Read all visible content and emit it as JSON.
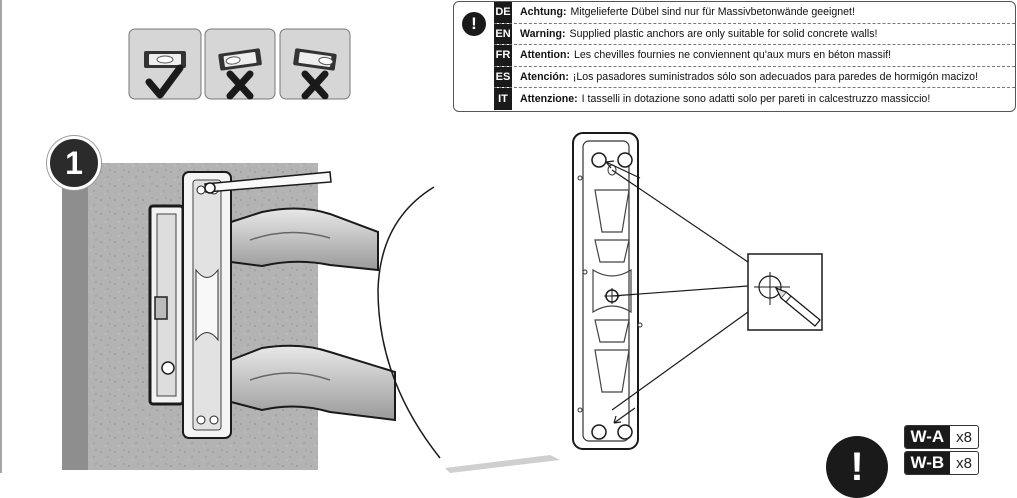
{
  "step": {
    "number": "1"
  },
  "warnings": [
    {
      "code": "DE",
      "label": "Achtung:",
      "text": "Mitgelieferte Dübel sind nur für Massivbetonwände geeignet!"
    },
    {
      "code": "EN",
      "label": "Warning:",
      "text": "Supplied plastic anchors are only suitable for solid concrete walls!"
    },
    {
      "code": "FR",
      "label": "Attention:",
      "text": "Les chevilles fournies ne conviennent qu'aux murs en béton massif!"
    },
    {
      "code": "ES",
      "label": "Atención:",
      "text": "¡Los pasadores suministrados sólo son adecuados para paredes de hormigón macizo!"
    },
    {
      "code": "IT",
      "label": "Attenzione:",
      "text": "I tasselli in dotazione sono adatti solo per pareti in calcestruzzo massiccio!"
    }
  ],
  "level_checks": [
    {
      "state": "correct",
      "icon": "check-icon"
    },
    {
      "state": "wrong",
      "icon": "cross-icon"
    },
    {
      "state": "wrong",
      "icon": "cross-icon"
    }
  ],
  "hardware": [
    {
      "code": "W-A",
      "qty": "x8"
    },
    {
      "code": "W-B",
      "qty": "x8"
    }
  ],
  "colors": {
    "ink": "#1a1a1a",
    "wall": "#b9b9b9",
    "level_box": "#d6d6d6"
  }
}
